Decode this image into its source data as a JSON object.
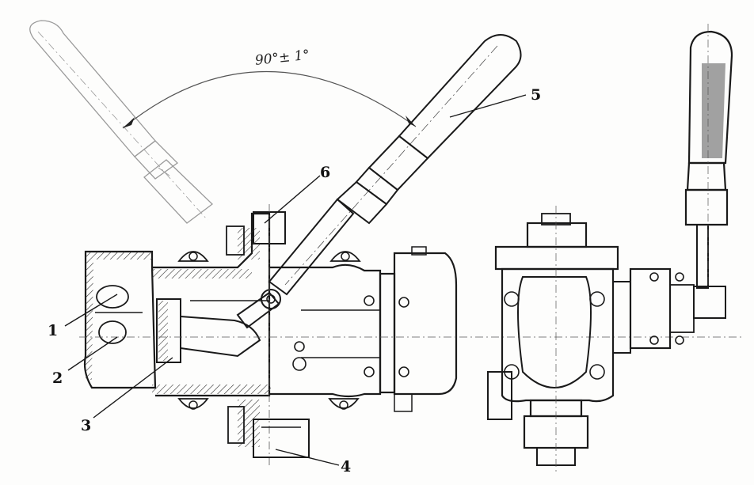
{
  "drawing": {
    "angle_label": "90°± 1°",
    "callouts": [
      {
        "id": "1",
        "text": "1"
      },
      {
        "id": "2",
        "text": "2"
      },
      {
        "id": "3",
        "text": "3"
      },
      {
        "id": "4",
        "text": "4"
      },
      {
        "id": "5",
        "text": "5"
      },
      {
        "id": "6",
        "text": "6"
      }
    ]
  }
}
